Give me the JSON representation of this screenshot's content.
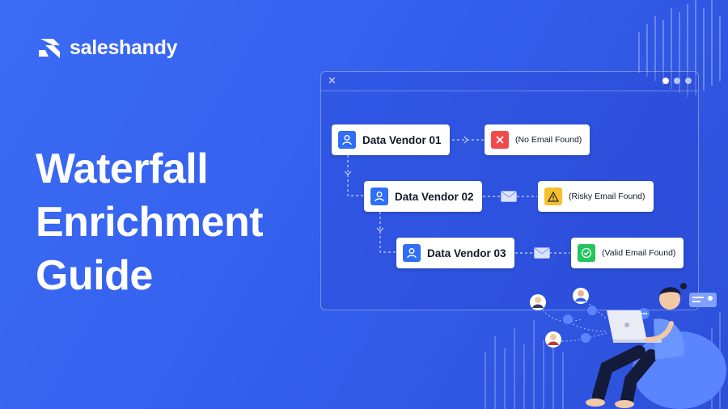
{
  "brand": {
    "name": "saleshandy",
    "colors": {
      "background": "#3460ee",
      "accent": "#2f6ef5"
    }
  },
  "headline": {
    "lines": [
      "Waterfall",
      "Enrichment",
      "Guide"
    ]
  },
  "flow": {
    "vendors": [
      {
        "label": "Data Vendor 01",
        "icon": "user-icon"
      },
      {
        "label": "Data Vendor 02",
        "icon": "user-icon"
      },
      {
        "label": "Data Vendor 03",
        "icon": "user-icon"
      }
    ],
    "results": [
      {
        "label": "(No Email Found)",
        "icon": "x-icon",
        "color": "#f04a4a"
      },
      {
        "label": "(Risky Email Found)",
        "icon": "warning-icon",
        "color": "#f5c02b"
      },
      {
        "label": "(Valid Email Found)",
        "icon": "check-badge-icon",
        "color": "#22c55e"
      }
    ]
  }
}
